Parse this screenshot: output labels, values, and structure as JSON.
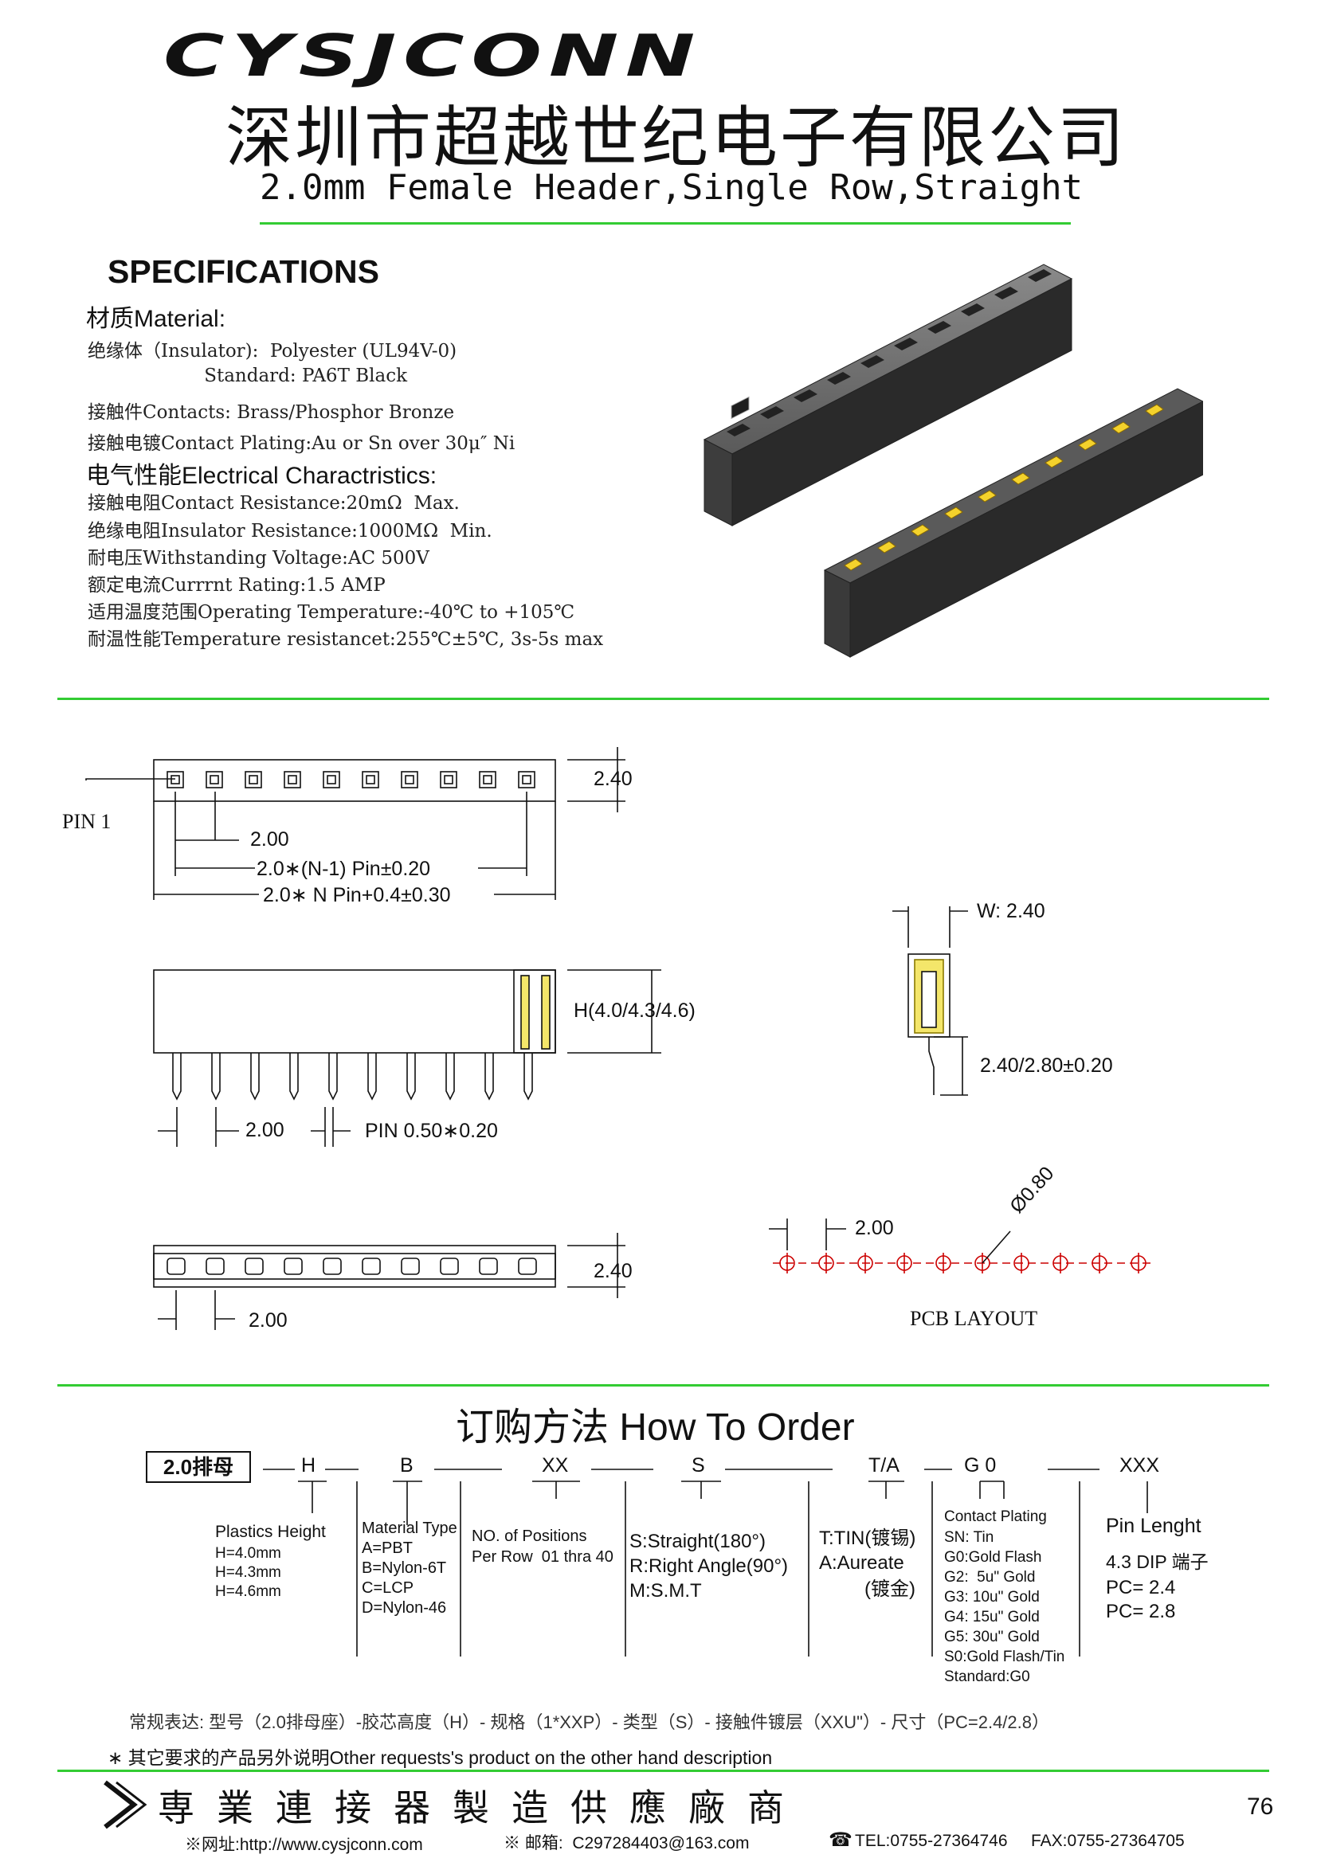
{
  "header": {
    "logo": "CYSJCONN",
    "company_cn": "深圳市超越世纪电子有限公司",
    "product_title": "2.0mm Female Header,Single Row,Straight"
  },
  "specs": {
    "heading": "SPECIFICATIONS",
    "material_heading": "材质Material:",
    "material_lines": [
      "绝缘体（Insulator):  Polyester (UL94V-0)",
      "                    Standard: PA6T Black",
      "接触件Contacts: Brass/Phosphor Bronze",
      "接触电镀Contact Plating:Au or Sn over 30μ″ Ni"
    ],
    "electrical_heading": "电气性能Electrical Charactristics:",
    "electrical_lines": [
      "接触电阻Contact Resistance:20mΩ  Max.",
      "绝缘电阻Insulator Resistance:1000MΩ  Min.",
      "耐电压Withstanding Voltage:AC 500V",
      "额定电流Currrnt Rating:1.5 AMP",
      "适用温度范围Operating Temperature:-40℃ to +105℃",
      "耐温性能Temperature resistancet:255℃±5℃, 3s-5s max"
    ]
  },
  "drawing": {
    "top_height": "2.40",
    "pin1": "PIN 1",
    "pitch": "2.00",
    "row_len": "2.0∗(N-1) Pin±0.20",
    "total_len": "2.0∗ N Pin+0.4±0.30",
    "height": "H(4.0/4.3/4.6)",
    "side_pitch": "2.00",
    "pin_size": "PIN 0.50∗0.20",
    "width": "W: 2.40",
    "tail": "2.40/2.80±0.20",
    "bottom_height": "2.40",
    "bottom_pitch": "2.00",
    "pcb_pitch": "2.00",
    "pcb_hole": "Ø0.80",
    "pcb_label": "PCB LAYOUT"
  },
  "order": {
    "title": "订购方法  How To Order",
    "code": "2.0排母",
    "seg_h": "H",
    "seg_b": "B",
    "seg_xx": "XX",
    "seg_s": "S",
    "seg_ta": "T/A",
    "seg_g0": "G 0",
    "seg_xxx": "XXX",
    "height_title": "Plastics Height",
    "height_opts": [
      "H=4.0mm",
      "H=4.3mm",
      "H=4.6mm"
    ],
    "material_title": "Material Type",
    "material_opts": [
      "A=PBT",
      "B=Nylon-6T",
      "C=LCP",
      "D=Nylon-46"
    ],
    "positions_title": "NO. of Positions",
    "positions_sub": "Per Row  01 thra 40",
    "type_opts": [
      "S:Straight(180°)",
      "R:Right Angle(90°)",
      "M:S.M.T"
    ],
    "metal_opts": [
      "T:TIN(镀锡)",
      "A:Aureate",
      "(镀金)"
    ],
    "plating_title": "Contact Plating",
    "plating_opts": [
      "SN: Tin",
      "G0:Gold Flash",
      "G2:  5u\" Gold",
      "G3: 10u\" Gold",
      "G4: 15u\" Gold",
      "G5: 30u\" Gold",
      "S0:Gold Flash/Tin",
      "Standard:G0"
    ],
    "pin_title": "Pin Lenght",
    "pin_opts": [
      "4.3 DIP 端子",
      "PC= 2.4",
      "PC= 2.8"
    ],
    "expression": "常规表达: 型号（2.0排母座）-胶芯高度（H）- 规格（1*XXP）- 类型（S）- 接触件镀层（XXU\"）- 尺寸（PC=2.4/2.8）",
    "note": "∗ 其它要求的产品另外说明Other requests's product on the other hand description"
  },
  "footer": {
    "slogan": "専業連接器製造供應廠商",
    "page_number": "76",
    "website": "※网址:http://www.cysjconn.com",
    "email": "※ 邮箱:  C297284403@163.com",
    "tel": "TEL:0755-27364746",
    "fax": "FAX:0755-27364705"
  }
}
